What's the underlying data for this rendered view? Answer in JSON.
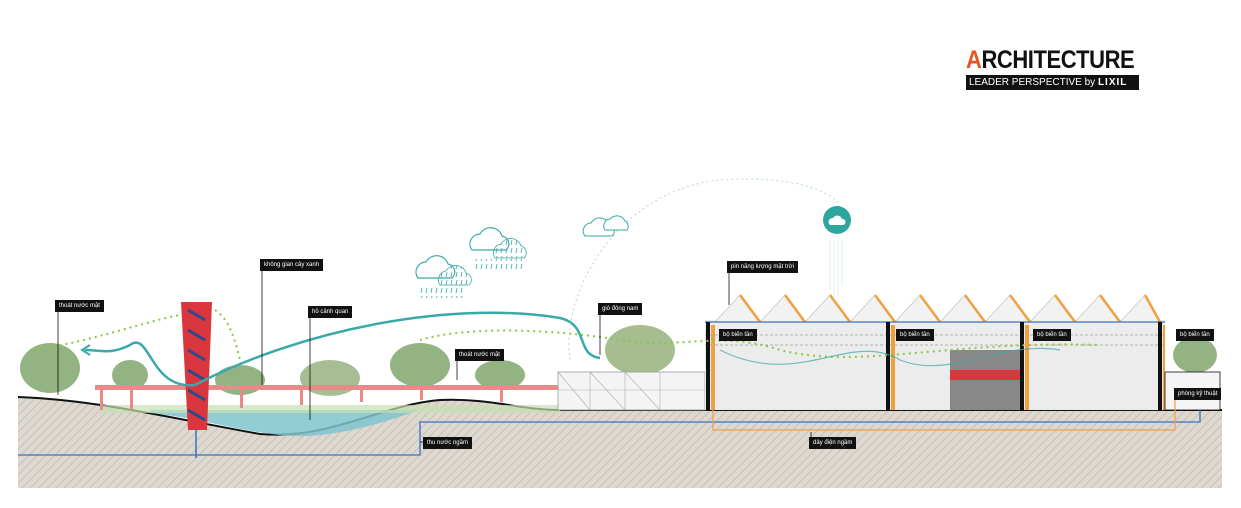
{
  "logo": {
    "title_first": "A",
    "title_rest": "RCHITECTURE",
    "subtitle": "LEADER PERSPECTIVE",
    "by": "by",
    "brand": "LIXIL"
  },
  "labels": {
    "surface_drain_left": "thoát nước mặt",
    "green_space": "không gian cây xanh",
    "landscape_lake": "hồ cảnh quan",
    "surface_drain_mid": "thoát nước mặt",
    "southeast_wind": "gió đông nam",
    "solar_panels": "pin năng lượng mặt trời",
    "inverter_1": "bộ biến tần",
    "inverter_2": "bộ biến tần",
    "inverter_3": "bộ biến tần",
    "inverter_4": "bộ biến tần",
    "technical_room": "phòng kỹ thuật",
    "groundwater_collection": "thu nước ngầm",
    "underground_cable": "dây điện ngầm"
  },
  "colors": {
    "wind": "#3aa9a8",
    "breeze": "#8cc63f",
    "water": "#7fc4cf",
    "pipe": "#3c6fc4",
    "cable": "#f0a040",
    "tower": "#d9363e",
    "bridge": "#e98a8a"
  }
}
